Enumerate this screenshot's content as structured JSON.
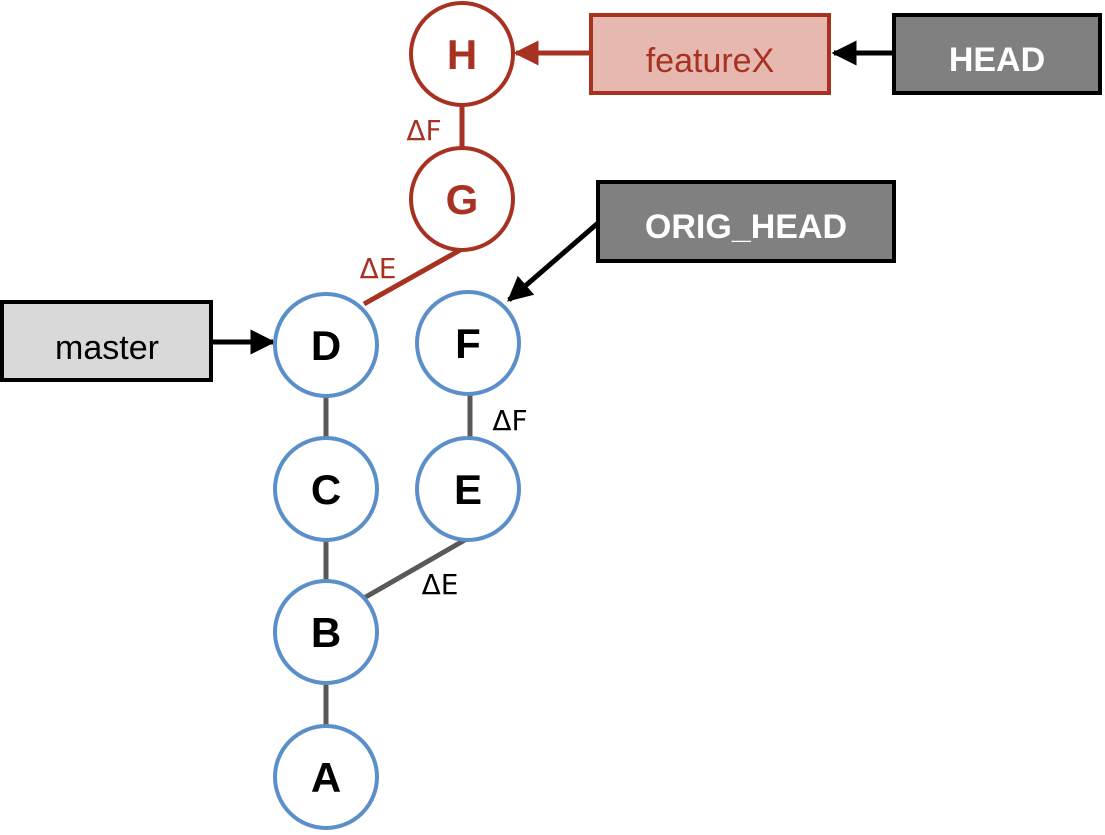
{
  "colors": {
    "commit_stroke": "#5b8fc9",
    "rebased_stroke": "#a83222",
    "rebased_text": "#a83222",
    "edge_gray": "#595959",
    "master_fill": "#d9d9d9",
    "feature_fill": "#e6b8af",
    "head_fill": "#808080",
    "black": "#000000"
  },
  "commits": {
    "a": "A",
    "b": "B",
    "c": "C",
    "d": "D",
    "e": "E",
    "f": "F",
    "g": "G",
    "h": "H"
  },
  "refs": {
    "master": "master",
    "featurex": "featureX",
    "head": "HEAD",
    "orig_head": "ORIG_HEAD"
  },
  "deltas": {
    "delta_e_original": "ΔE",
    "delta_f_original": "ΔF",
    "delta_e_rebased": "ΔE",
    "delta_f_rebased": "ΔF"
  }
}
